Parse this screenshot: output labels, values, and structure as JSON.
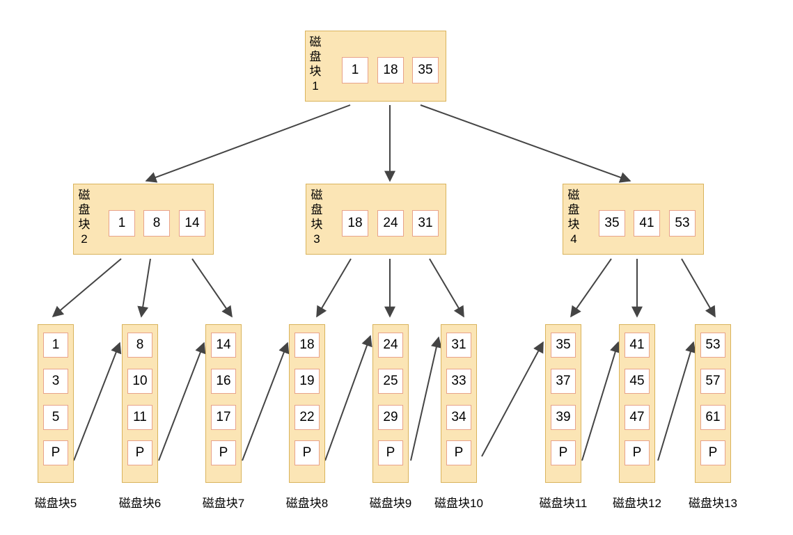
{
  "internal_nodes": [
    {
      "id": "n1",
      "label": [
        "磁",
        "盘",
        "块",
        "1"
      ],
      "keys": [
        "1",
        "18",
        "35"
      ]
    },
    {
      "id": "n2",
      "label": [
        "磁",
        "盘",
        "块",
        "2"
      ],
      "keys": [
        "1",
        "8",
        "14"
      ]
    },
    {
      "id": "n3",
      "label": [
        "磁",
        "盘",
        "块",
        "3"
      ],
      "keys": [
        "18",
        "24",
        "31"
      ]
    },
    {
      "id": "n4",
      "label": [
        "磁",
        "盘",
        "块",
        "4"
      ],
      "keys": [
        "35",
        "41",
        "53"
      ]
    }
  ],
  "leaf_nodes": [
    {
      "id": "l5",
      "caption": "磁盘块5",
      "keys": [
        "1",
        "3",
        "5",
        "P"
      ]
    },
    {
      "id": "l6",
      "caption": "磁盘块6",
      "keys": [
        "8",
        "10",
        "11",
        "P"
      ]
    },
    {
      "id": "l7",
      "caption": "磁盘块7",
      "keys": [
        "14",
        "16",
        "17",
        "P"
      ]
    },
    {
      "id": "l8",
      "caption": "磁盘块8",
      "keys": [
        "18",
        "19",
        "22",
        "P"
      ]
    },
    {
      "id": "l9",
      "caption": "磁盘块9",
      "keys": [
        "24",
        "25",
        "29",
        "P"
      ]
    },
    {
      "id": "l10",
      "caption": "磁盘块10",
      "keys": [
        "31",
        "33",
        "34",
        "P"
      ]
    },
    {
      "id": "l11",
      "caption": "磁盘块11",
      "keys": [
        "35",
        "37",
        "39",
        "P"
      ]
    },
    {
      "id": "l12",
      "caption": "磁盘块12",
      "keys": [
        "41",
        "45",
        "47",
        "P"
      ]
    },
    {
      "id": "l13",
      "caption": "磁盘块13",
      "keys": [
        "53",
        "57",
        "61",
        "P"
      ]
    }
  ],
  "colors": {
    "node_fill": "#fbe5b5",
    "node_border": "#d9b35b",
    "key_border": "#e8a28a",
    "arrow": "#444444"
  }
}
